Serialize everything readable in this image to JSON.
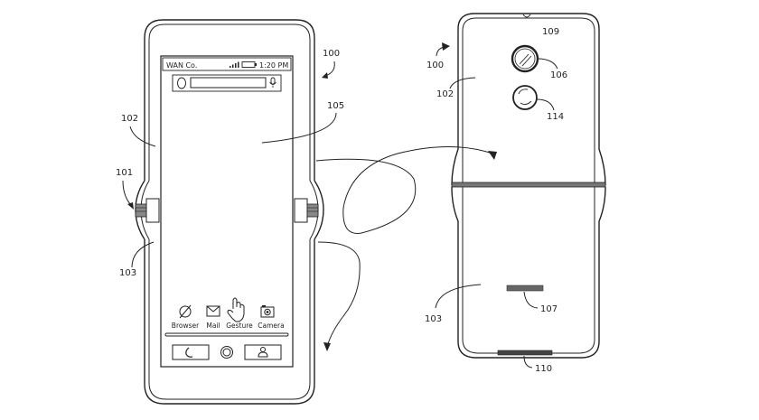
{
  "figure": {
    "type": "patent-drawing",
    "subject": "foldable phone, front and back views"
  },
  "front_view": {
    "status_bar": {
      "carrier": "WAN Co.",
      "time": "1:20 PM",
      "signal_icon": "signal-bars-icon",
      "battery_icon": "battery-icon"
    },
    "search_bar": {
      "left_icon": "circle-icon",
      "right_icon": "microphone-icon",
      "value": ""
    },
    "apps": [
      {
        "label": "Browser",
        "icon": "globe-icon"
      },
      {
        "label": "Mail",
        "icon": "envelope-icon"
      },
      {
        "label": "Gesture",
        "icon": "hand-pointer-icon"
      },
      {
        "label": "Camera",
        "icon": "camera-icon"
      }
    ],
    "dock": [
      {
        "icon": "phone-icon"
      },
      {
        "icon": "home-circle-icon"
      },
      {
        "icon": "contact-icon"
      }
    ],
    "reference_labels": {
      "device": "100",
      "upper_housing": "102",
      "hinge": "101",
      "lower_housing": "103",
      "display": "105"
    }
  },
  "back_view": {
    "reference_labels": {
      "device": "100",
      "upper_housing": "102",
      "top_region": "109",
      "camera": "106",
      "sensor": "114",
      "lower_housing": "103",
      "speaker_grille": "107",
      "bottom_port": "110"
    }
  }
}
